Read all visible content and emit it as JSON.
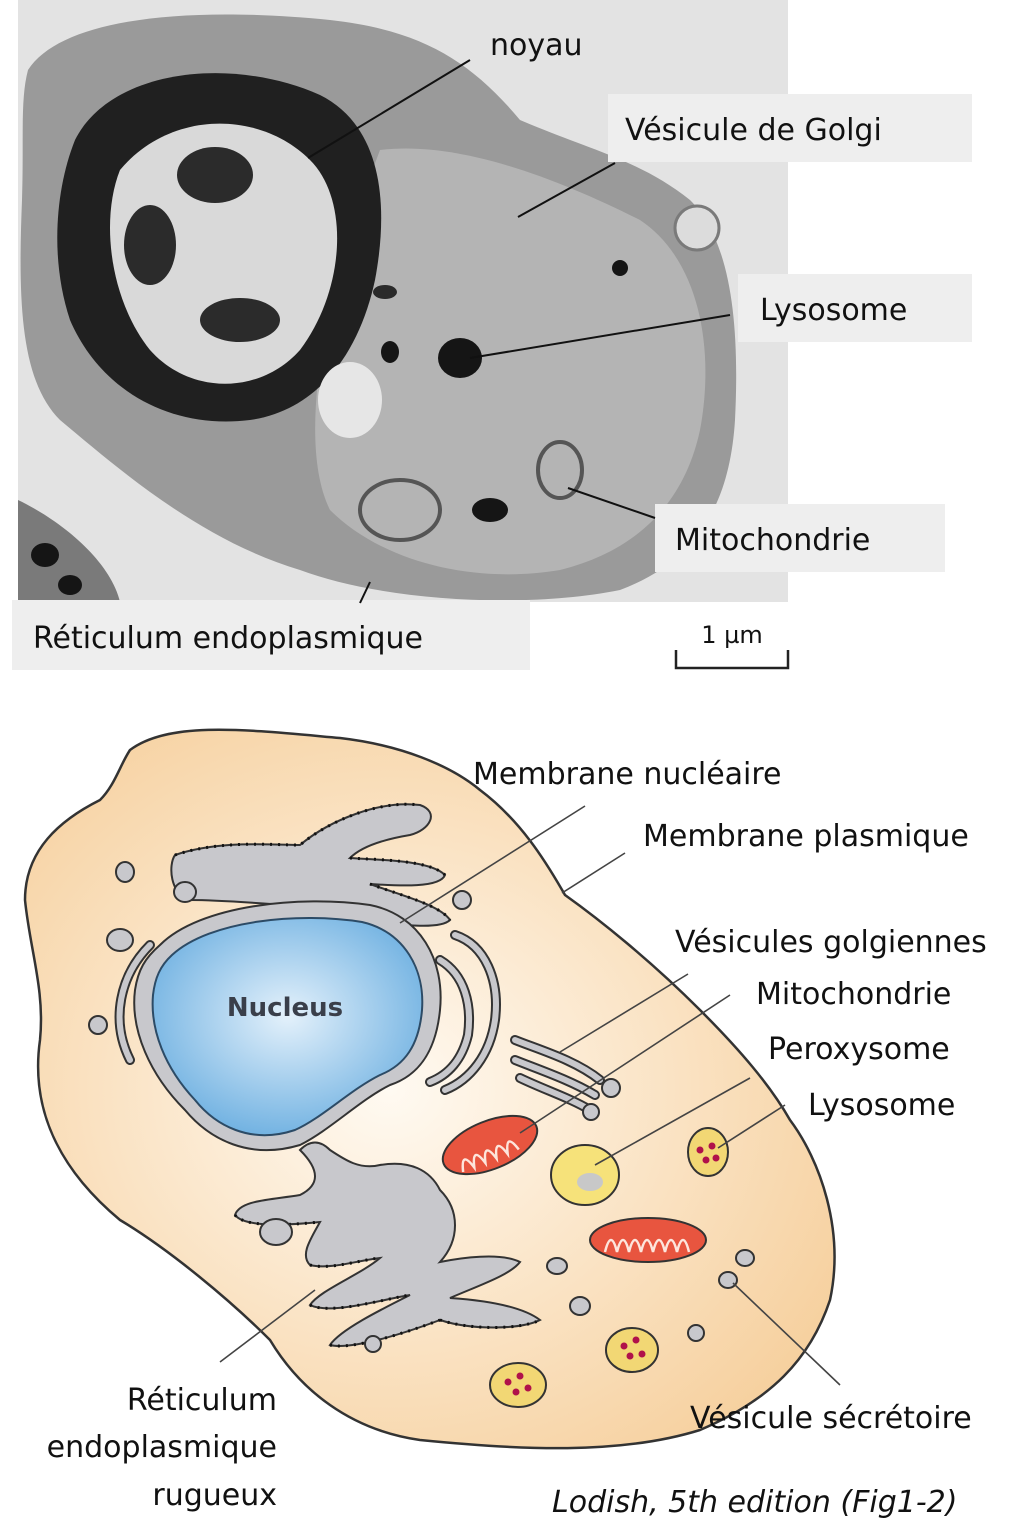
{
  "micrograph": {
    "labels": {
      "noyau": "noyau",
      "golgi": "Vésicule de Golgi",
      "lysosome": "Lysosome",
      "mitochondrie": "Mitochondrie",
      "reticulum": "Réticulum endoplasmique"
    },
    "scale_bar": "1 µm"
  },
  "schematic": {
    "labels": {
      "membrane_nucleaire": "Membrane nucléaire",
      "membrane_plasmique": "Membrane plasmique",
      "vesicules_golgiennes": "Vésicules golgiennes",
      "mitochondrie": "Mitochondrie",
      "peroxysome": "Peroxysome",
      "lysosome": "Lysosome",
      "vesicule_secretoire": "Vésicule sécrétoire",
      "reticulum_line1": "Réticulum",
      "reticulum_line2": "endoplasmique",
      "reticulum_line3": "rugueux",
      "nucleus": "Nucleus"
    },
    "citation": "Lodish, 5th edition (Fig1-2)"
  },
  "colors": {
    "cell_fill": "#f8d9b0",
    "nucleus_fill": "#8fc3ea",
    "er_fill": "#c8c8cc",
    "mito_fill": "#e8553f",
    "peroxisome_fill": "#f6e27a",
    "lysosome_fill": "#f2d774",
    "lysosome_dots": "#b0124a"
  }
}
